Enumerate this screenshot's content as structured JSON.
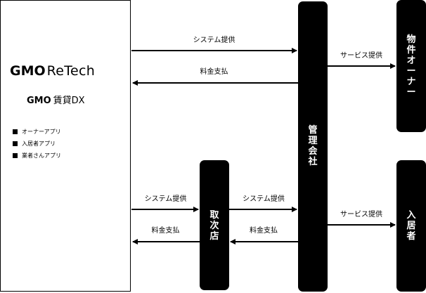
{
  "company": {
    "logo_main_gmo": "GMO",
    "logo_main_rest": "ReTech",
    "logo_sub_gmo": "GMO",
    "logo_sub_rest": "賃貸DX",
    "apps": [
      {
        "label": "オーナーアプリ"
      },
      {
        "label": "入居者アプリ"
      },
      {
        "label": "業者さんアプリ"
      }
    ]
  },
  "nodes": {
    "agency": "取次店",
    "management": "管理会社",
    "owner": "物件オーナー",
    "tenant": "入居者"
  },
  "flows": {
    "top_system": "システム提供",
    "top_fee": "料金支払",
    "bottom_left_system": "システム提供",
    "bottom_left_fee": "料金支払",
    "bottom_mid_system": "システム提供",
    "bottom_mid_fee": "料金支払",
    "to_owner_service": "サービス提供",
    "to_tenant_service": "サービス提供"
  },
  "colors": {
    "box_fill": "#000000",
    "box_text": "#ffffff",
    "line": "#000000"
  }
}
